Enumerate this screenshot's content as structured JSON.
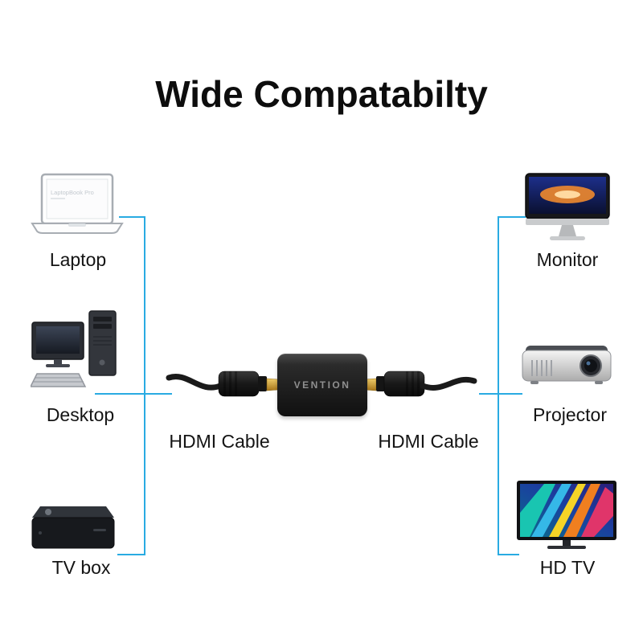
{
  "title": "Wide Compatabilty",
  "colors": {
    "accent_line": "#29abe2",
    "connector_gold": "#d4a33a",
    "adapter_body": "#1d1d1d"
  },
  "left_devices": [
    {
      "label": "Laptop",
      "icon": "laptop-icon"
    },
    {
      "label": "Desktop",
      "icon": "desktop-icon"
    },
    {
      "label": "TV box",
      "icon": "tv-box-icon"
    }
  ],
  "right_devices": [
    {
      "label": "Monitor",
      "icon": "monitor-icon"
    },
    {
      "label": "Projector",
      "icon": "projector-icon"
    },
    {
      "label": "HD TV",
      "icon": "hd-tv-icon"
    }
  ],
  "adapter": {
    "brand": "VENTION"
  },
  "cables": {
    "left_label": "HDMI Cable",
    "right_label": "HDMI Cable"
  },
  "laptop": {
    "screen_text": "LaptopBook Pro"
  }
}
